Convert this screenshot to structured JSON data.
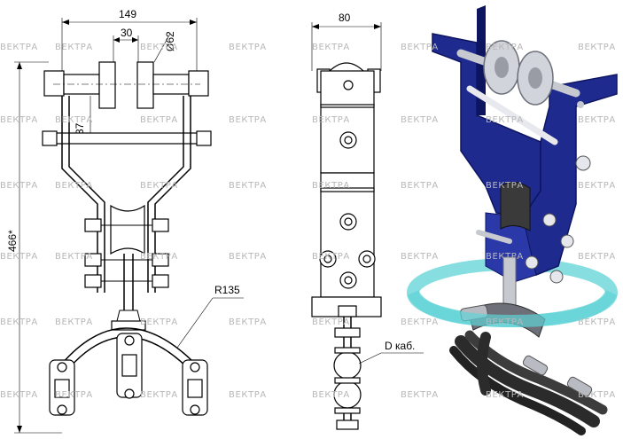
{
  "dimensions": {
    "width_total": "149",
    "axle_gap": "30",
    "roller_diameter": "Ø62",
    "offset": "37",
    "height_total": "466*",
    "bend_radius": "R135",
    "side_width": "80",
    "cable_diameter": "D каб."
  },
  "watermark": {
    "text": "ВЕКТРА"
  },
  "colors": {
    "frame_blue": "#1f2a8f",
    "frame_blue_dark": "#0d1560",
    "ring_cyan": "#5fd3d6",
    "steel": "#c7c9d0",
    "roller": "#d2d4dc",
    "cable": "#2b2b2b"
  }
}
